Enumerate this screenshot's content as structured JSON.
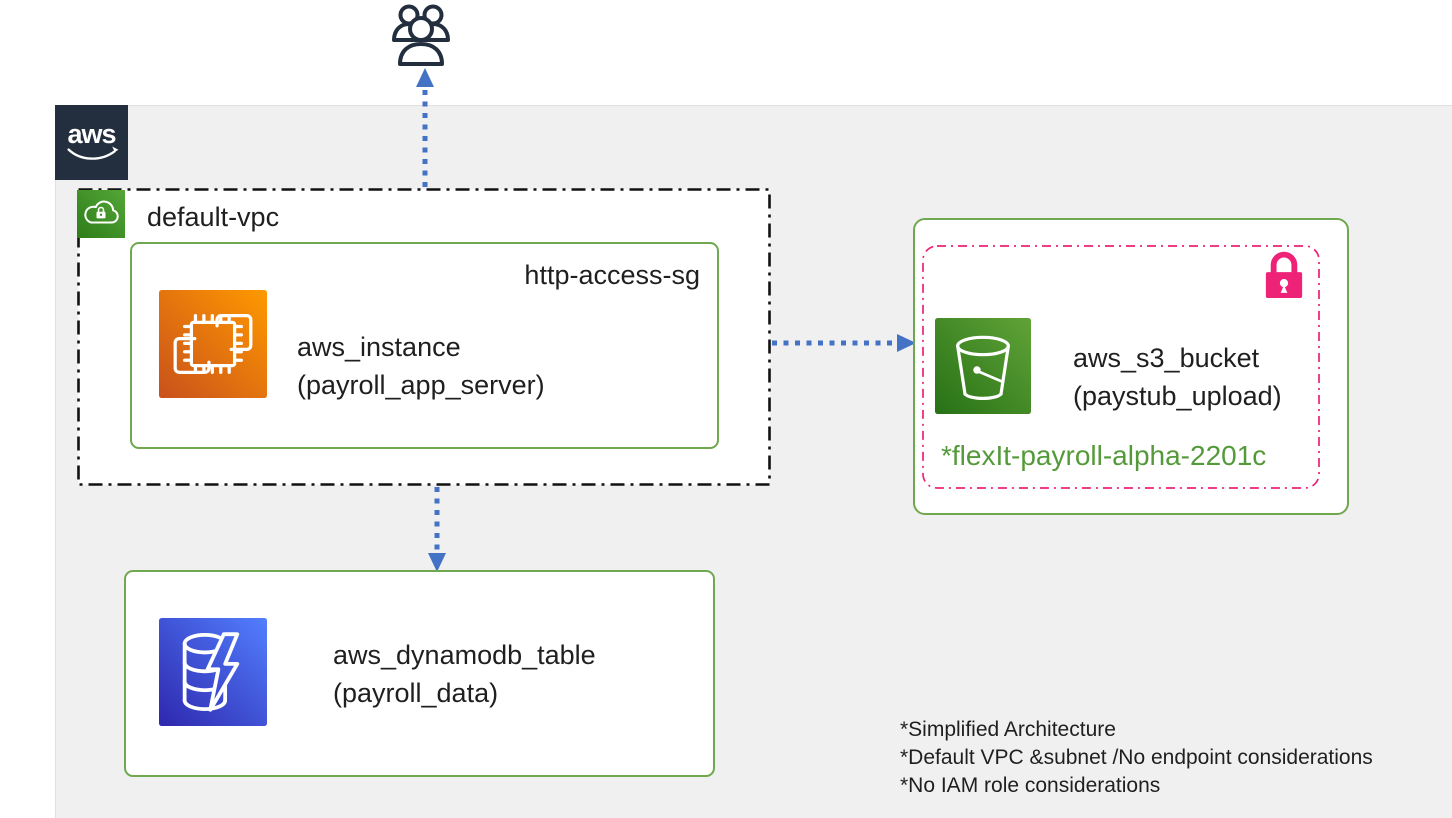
{
  "colors": {
    "aws_dark": "#232F3E",
    "panel_bg": "#F0F0F1",
    "green_border": "#6FA84F",
    "green_text": "#559A3A",
    "pink": "#EE2277",
    "arrow_blue": "#4472C4",
    "ec2_gradient": [
      "#C8511B",
      "#FF9900"
    ],
    "green_icon_gradient": [
      "#277116",
      "#60A337"
    ],
    "dynamodb_gradient": [
      "#2E27AD",
      "#527FFF"
    ]
  },
  "diagram": {
    "aws_logo_text": "aws",
    "vpc_label": "default-vpc",
    "security_group_label": "http-access-sg",
    "ec2_label_line1": "aws_instance",
    "ec2_label_line2": "(payroll_app_server)",
    "s3_label_line1": "aws_s3_bucket",
    "s3_label_line2": "(paystub_upload)",
    "s3_bucket_name": "*flexIt-payroll-alpha-2201c",
    "dynamodb_label_line1": "aws_dynamodb_table",
    "dynamodb_label_line2": "(payroll_data)",
    "notes": [
      "*Simplified Architecture",
      "*Default VPC &subnet /No endpoint considerations",
      "*No IAM role considerations"
    ]
  }
}
